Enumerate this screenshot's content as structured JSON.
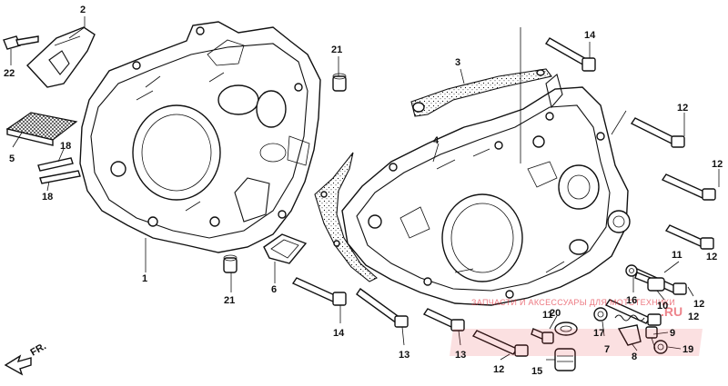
{
  "diagram": {
    "direction_label": "FR.",
    "callouts": [
      {
        "id": "c-2",
        "text": "2"
      },
      {
        "id": "c-22",
        "text": "22"
      },
      {
        "id": "c-5",
        "text": "5"
      },
      {
        "id": "c-18a",
        "text": "18"
      },
      {
        "id": "c-18b",
        "text": "18"
      },
      {
        "id": "c-1",
        "text": "1"
      },
      {
        "id": "c-21a",
        "text": "21"
      },
      {
        "id": "c-21b",
        "text": "21"
      },
      {
        "id": "c-6",
        "text": "6"
      },
      {
        "id": "c-14a",
        "text": "14"
      },
      {
        "id": "c-14b",
        "text": "14"
      },
      {
        "id": "c-3",
        "text": "3"
      },
      {
        "id": "c-4",
        "text": "4"
      },
      {
        "id": "c-12a",
        "text": "12"
      },
      {
        "id": "c-12b",
        "text": "12"
      },
      {
        "id": "c-12c",
        "text": "12"
      },
      {
        "id": "c-12d",
        "text": "12"
      },
      {
        "id": "c-12e",
        "text": "12"
      },
      {
        "id": "c-12f",
        "text": "12"
      },
      {
        "id": "c-11a",
        "text": "11"
      },
      {
        "id": "c-11b",
        "text": "11"
      },
      {
        "id": "c-16",
        "text": "16"
      },
      {
        "id": "c-10",
        "text": "10"
      },
      {
        "id": "c-20",
        "text": "20"
      },
      {
        "id": "c-17",
        "text": "17"
      },
      {
        "id": "c-9",
        "text": "9"
      },
      {
        "id": "c-7",
        "text": "7"
      },
      {
        "id": "c-8",
        "text": "8"
      },
      {
        "id": "c-19",
        "text": "19"
      },
      {
        "id": "c-13a",
        "text": "13"
      },
      {
        "id": "c-13b",
        "text": "13"
      },
      {
        "id": "c-15",
        "text": "15"
      }
    ],
    "watermark": {
      "text": "ЗАПЧАСТИ И АКСЕССУАРЫ ДЛЯ МОТОТЕХНИКИ",
      "domain": ".RU",
      "color": "#e0202e"
    }
  }
}
